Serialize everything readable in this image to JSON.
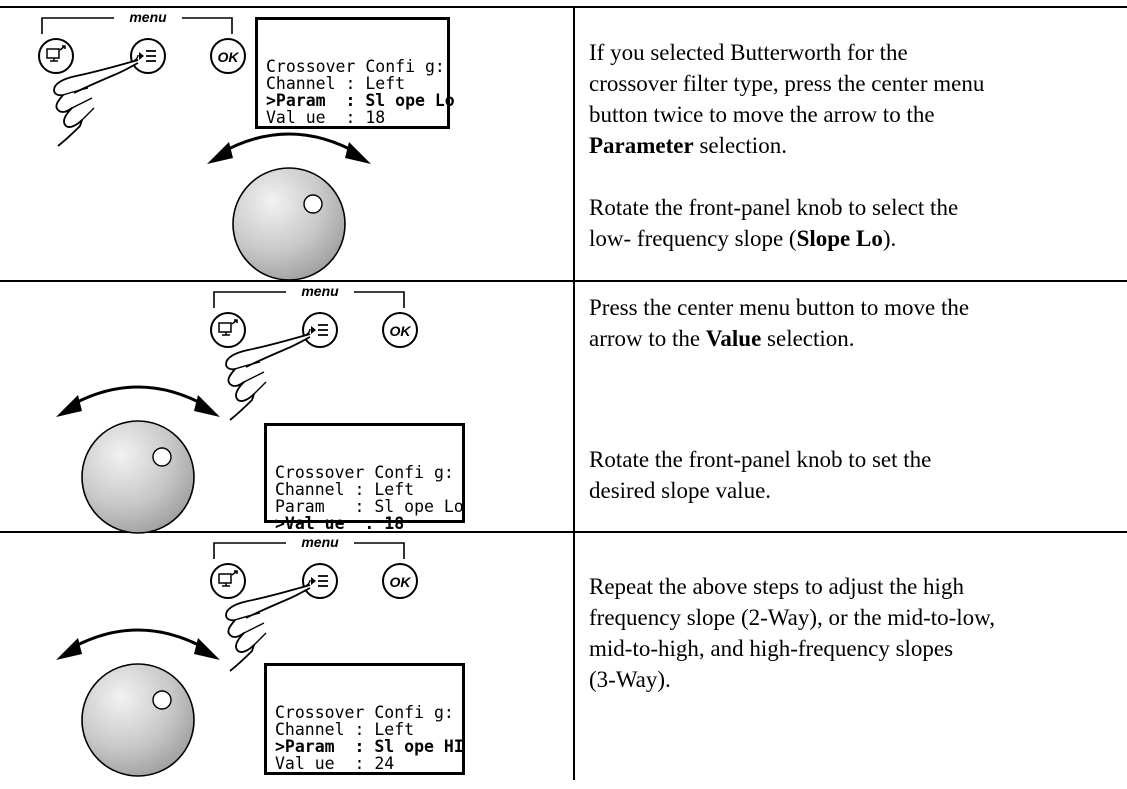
{
  "menu_label": "menu",
  "buttons": {
    "ok_label": "OK"
  },
  "rows": [
    {
      "lcd": {
        "line1": "Crossover Confi g:",
        "line2": "Channel : Left",
        "line3": ">Param  : Sl ope Lo",
        "line4": "Val ue  : 18"
      },
      "text_a1": "If you selected Butterworth for the",
      "text_a2": "crossover filter type, press the center menu",
      "text_a3": "button twice to move the arrow to the",
      "text_a4_bold": "Parameter",
      "text_a4_rest": " selection.",
      "text_b1": "Rotate the front-panel knob to select the",
      "text_b2_pre": "low- frequency slope (",
      "text_b2_bold": "Slope Lo",
      "text_b2_post": ")."
    },
    {
      "lcd": {
        "line1": "Crossover Confi g:",
        "line2": "Channel : Left",
        "line3": "Param   : Sl ope Lo",
        "line4": ">Val ue  : 18"
      },
      "text_a1": "Press the center menu button to move the",
      "text_a2_pre": "arrow to the ",
      "text_a2_bold": "Value",
      "text_a2_post": " selection.",
      "text_b1": "Rotate the front-panel knob to set the",
      "text_b2": "desired slope value."
    },
    {
      "lcd": {
        "line1": "Crossover Confi g:",
        "line2": "Channel : Left",
        "line3": ">Param  : Sl ope HI",
        "line4": "Val ue  : 24"
      },
      "text1": "Repeat the above steps to adjust the high",
      "text2": "frequency slope (2-Way), or the mid-to-low,",
      "text3": "mid-to-high, and high-frequency slopes",
      "text4": "(3-Way)."
    }
  ]
}
